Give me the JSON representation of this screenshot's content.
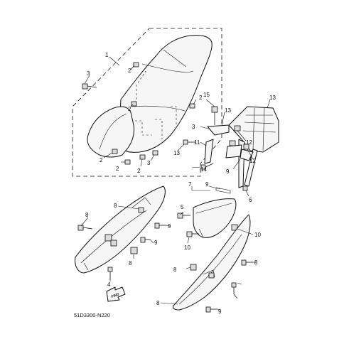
{
  "diagram": {
    "code": "51D3300-N220",
    "fwd_label": "FWD",
    "callouts": [
      {
        "id": "c1",
        "text": "1"
      },
      {
        "id": "c2a",
        "text": "2"
      },
      {
        "id": "c3a",
        "text": "3"
      },
      {
        "id": "c2b",
        "text": "2"
      },
      {
        "id": "c2c",
        "text": "2"
      },
      {
        "id": "c2d",
        "text": "2"
      },
      {
        "id": "c2e",
        "text": "2"
      },
      {
        "id": "c2f",
        "text": "2"
      },
      {
        "id": "c3b",
        "text": "3"
      },
      {
        "id": "c13a",
        "text": "13"
      },
      {
        "id": "c15",
        "text": "15"
      },
      {
        "id": "c13b",
        "text": "13"
      },
      {
        "id": "c3c",
        "text": "3"
      },
      {
        "id": "c11",
        "text": "11"
      },
      {
        "id": "c13c",
        "text": "13"
      },
      {
        "id": "c12a",
        "text": "12"
      },
      {
        "id": "c14",
        "text": "14"
      },
      {
        "id": "c9a",
        "text": "9"
      },
      {
        "id": "c12b",
        "text": "12"
      },
      {
        "id": "c6",
        "text": "6"
      },
      {
        "id": "c7",
        "text": "7"
      },
      {
        "id": "c9b",
        "text": "9"
      },
      {
        "id": "c5",
        "text": "5"
      },
      {
        "id": "c8a",
        "text": "8"
      },
      {
        "id": "c9c",
        "text": "9"
      },
      {
        "id": "c8b",
        "text": "8"
      },
      {
        "id": "c9d",
        "text": "9"
      },
      {
        "id": "c10a",
        "text": "10"
      },
      {
        "id": "c8c",
        "text": "8"
      },
      {
        "id": "c10b",
        "text": "10"
      },
      {
        "id": "c8d",
        "text": "8"
      },
      {
        "id": "c8e",
        "text": "8"
      },
      {
        "id": "c4",
        "text": "4"
      },
      {
        "id": "c8f",
        "text": "8"
      },
      {
        "id": "c9e",
        "text": "9"
      }
    ]
  }
}
